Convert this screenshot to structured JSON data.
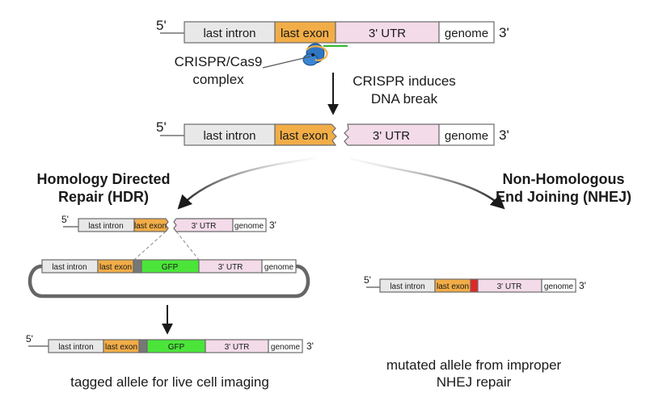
{
  "labels": {
    "five_prime": "5'",
    "three_prime": "3'",
    "intron": "last intron",
    "exon": "last exon",
    "utr": "3' UTR",
    "genome": "genome",
    "gfp": "GFP",
    "cas9_line1": "CRISPR/Cas9",
    "cas9_line2": "complex",
    "break_line1": "CRISPR induces",
    "break_line2": "DNA break",
    "hdr_line1": "Homology Directed",
    "hdr_line2": "Repair (HDR)",
    "nhej_line1": "Non-Homologous",
    "nhej_line2": "End Joining (NHEJ)",
    "tagged": "tagged allele for live cell imaging",
    "mutated_line1": "mutated allele from improper",
    "mutated_line2": "NHEJ repair"
  },
  "colors": {
    "intron": "#e8e8e8",
    "exon": "#f2ad47",
    "utr": "#f3dbe9",
    "gfp": "#4be53a",
    "linker": "#777777",
    "mutation": "#e32626",
    "cas9": "#2f77c2"
  }
}
